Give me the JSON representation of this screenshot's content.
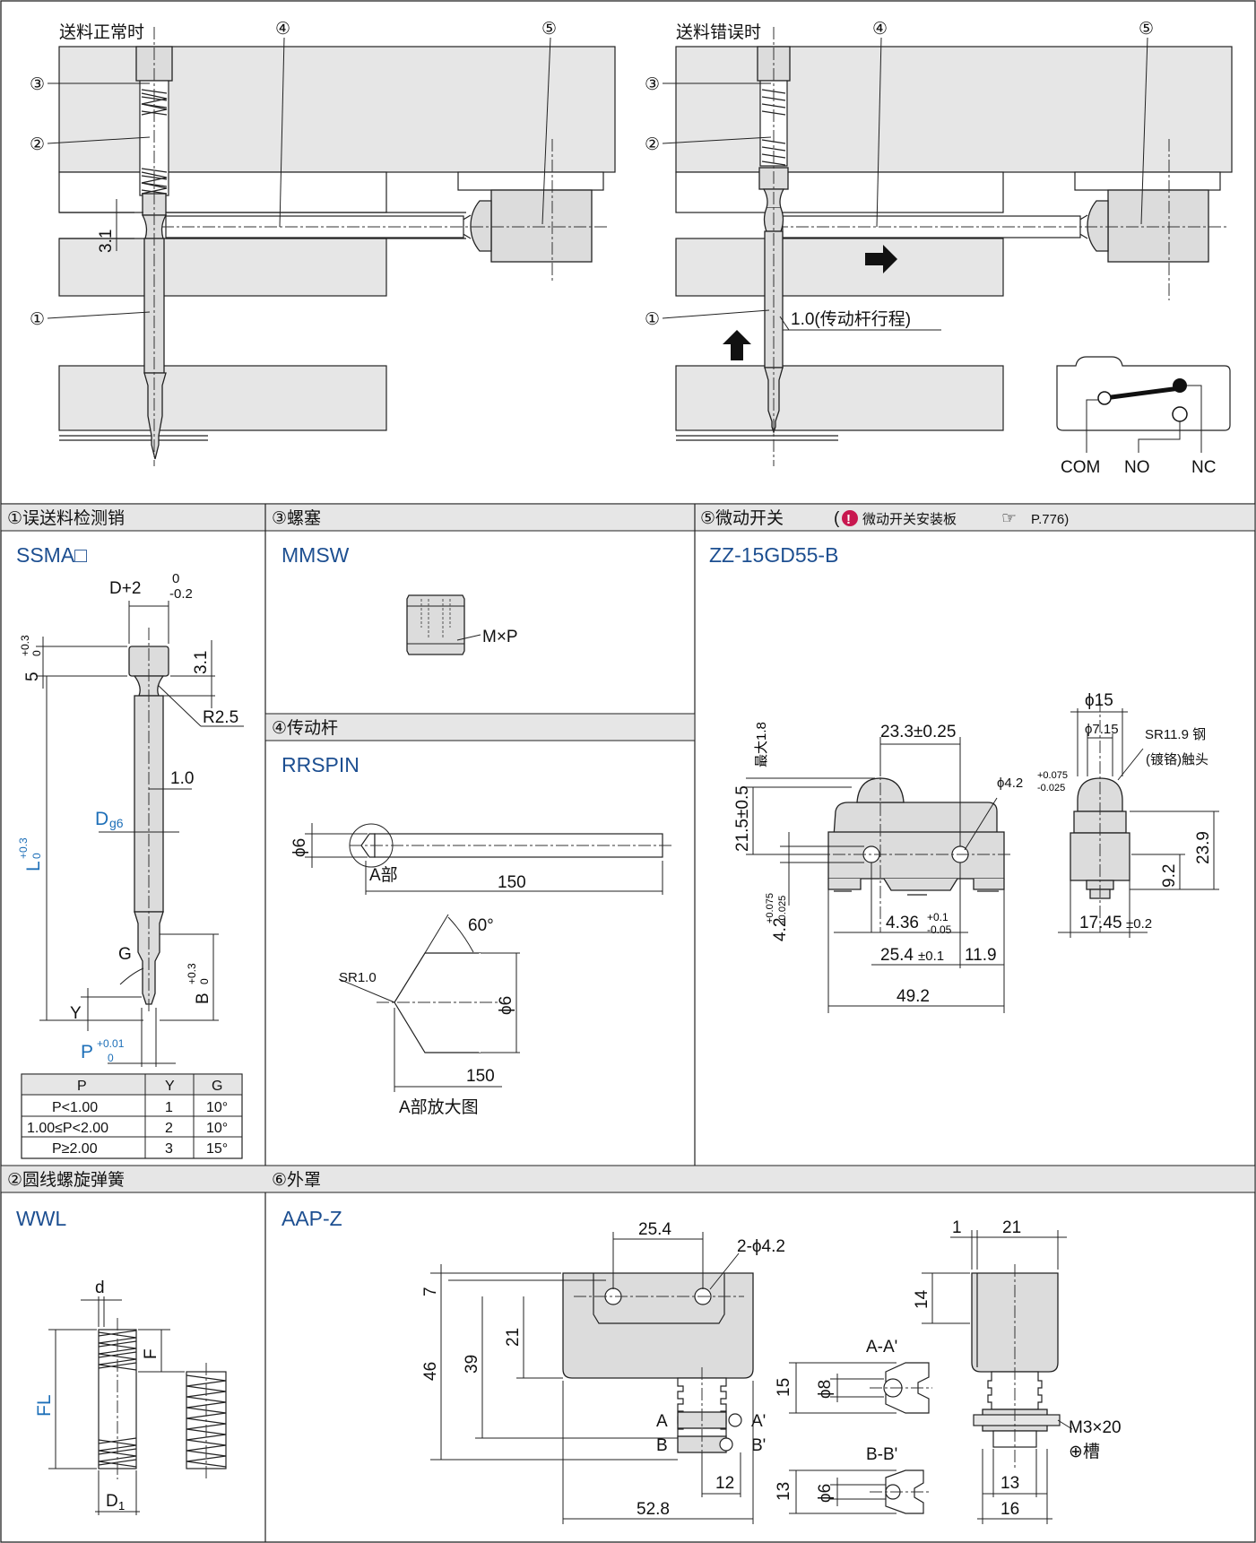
{
  "top_left": {
    "title": "送料正常时",
    "callouts": [
      "①",
      "②",
      "③",
      "④",
      "⑤"
    ],
    "dim_3_1": "3.1"
  },
  "top_right": {
    "title": "送料错误时",
    "callouts": [
      "①",
      "②",
      "③",
      "④",
      "⑤"
    ],
    "stroke_label": "1.0(传动杆行程)",
    "switch_terminals": [
      "COM",
      "NO",
      "NC"
    ]
  },
  "sections": {
    "pin": {
      "header": "①误送料检测销",
      "model": "SSMA□",
      "dims": {
        "d_top": "D+2",
        "d_top_tol_upper": "0",
        "d_top_tol_lower": "-0.2",
        "five": "5",
        "five_tol_upper": "+0.3",
        "five_tol_lower": "0",
        "three_one": "3.1",
        "r25": "R2.5",
        "one_zero": "1.0",
        "dg6": "D",
        "dg6_sub": "g6",
        "L": "L",
        "L_tol_upper": "+0.3",
        "L_tol_lower": "0",
        "G": "G",
        "B": "B",
        "B_tol_upper": "+0.3",
        "B_tol_lower": "0",
        "Y": "Y",
        "P": "P",
        "P_tol_upper": "+0.01",
        "P_tol_lower": "0"
      },
      "table": {
        "headers": [
          "P",
          "Y",
          "G"
        ],
        "rows": [
          [
            "P<1.00",
            "1",
            "10°"
          ],
          [
            "1.00≤P<2.00",
            "2",
            "10°"
          ],
          [
            "P≥2.00",
            "3",
            "15°"
          ]
        ]
      }
    },
    "plug": {
      "header": "③螺塞",
      "model": "MMSW",
      "label": "M×P"
    },
    "rod": {
      "header": "④传动杆",
      "model": "RRSPIN",
      "dims": {
        "phi6": "ϕ6",
        "a_part": "A部",
        "length": "150",
        "angle": "60°",
        "sr": "SR1.0",
        "phi6_detail": "ϕ6",
        "length_detail": "150"
      },
      "detail_caption": "A部放大图"
    },
    "switch": {
      "header": "⑤微动开关",
      "note_badge": "!",
      "note": "微动开关安装板",
      "ref_icon": "☞",
      "ref": "P.776)",
      "ref_open": "(",
      "model": "ZZ-15GD55-B",
      "dims": {
        "max18": "最大1.8",
        "d215": "21.5±0.5",
        "d233": "23.3±0.25",
        "phi42": "ϕ4.2",
        "phi42_tol_upper": "+0.075",
        "phi42_tol_lower": "-0.025",
        "d42": "4.2",
        "d42_tol_upper": "+0.075",
        "d42_tol_lower": "-0.025",
        "d436": "4.36",
        "d436_tol_upper": "+0.1",
        "d436_tol_lower": "-0.05",
        "d254": "25.4",
        "d254_tol": "±0.1",
        "d119": "11.9",
        "d492": "49.2",
        "phi15": "ϕ15",
        "phi715": "ϕ7.15",
        "sr119": "SR11.9 钢",
        "sr119_2": "(镀铬)触头",
        "d239": "23.9",
        "d92": "9.2",
        "d1745": "17.45",
        "d1745_tol": "±0.2"
      }
    },
    "spring": {
      "header": "②圆线螺旋弹簧",
      "model": "WWL",
      "dims": {
        "d": "d",
        "F": "F",
        "FL": "FL",
        "D1": "D",
        "D1_sub": "1"
      }
    },
    "cover": {
      "header": "⑥外罩",
      "model": "AAP-Z",
      "dims": {
        "d254": "25.4",
        "holes": "2-ϕ4.2",
        "d7": "7",
        "d21": "21",
        "d39": "39",
        "d46": "46",
        "d12": "12",
        "d528": "52.8",
        "a": "A",
        "ap": "A'",
        "b": "B",
        "bp": "B'",
        "sec_aa": "A-A'",
        "sec_bb": "B-B'",
        "d15": "15",
        "phi8": "ϕ8",
        "d13": "13",
        "phi6": "ϕ6",
        "d1": "1",
        "d21s": "21",
        "d14": "14",
        "m3": "M3×20",
        "slot": "⊕槽",
        "d13s": "13",
        "d16": "16"
      }
    }
  }
}
